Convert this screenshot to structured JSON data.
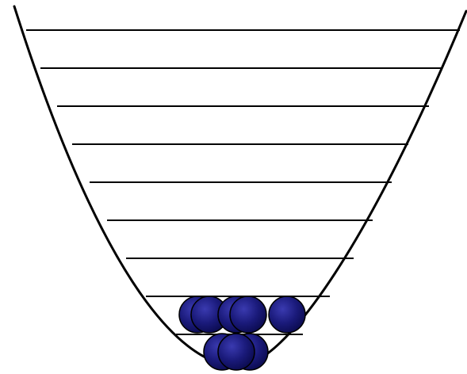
{
  "colors": {
    "background": "#ffffff",
    "stroke": "#000000",
    "ball_fill": "#1a1a7a",
    "ball_highlight": "#3a3ab0"
  },
  "diagram": {
    "description_free": true,
    "energy_levels": 9,
    "occupancy_per_level": [
      3,
      6,
      0,
      0,
      0,
      0,
      0,
      0,
      0
    ]
  }
}
